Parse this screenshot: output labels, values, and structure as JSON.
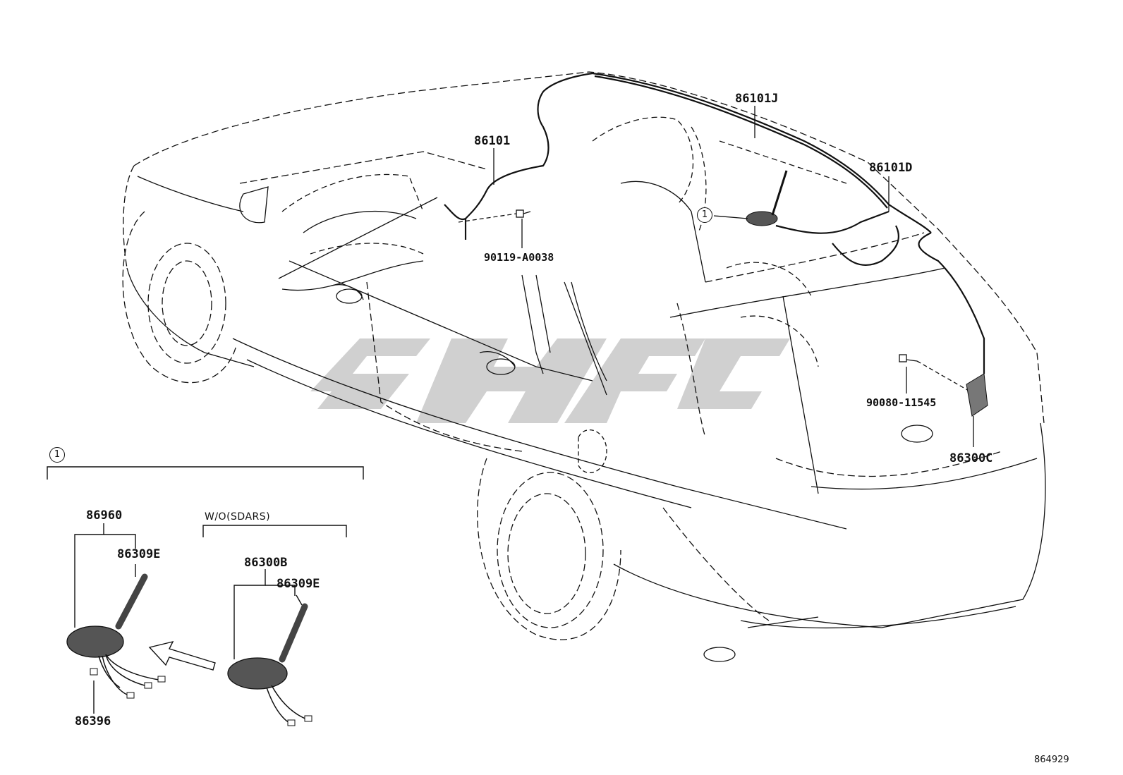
{
  "diagram": {
    "figure_number": "864929",
    "callout_ref": "1",
    "variant_label": "W/O(SDARS)",
    "parts": {
      "p86101J": "86101J",
      "p86101": "86101",
      "p86101D": "86101D",
      "p90119": "90119-A0038",
      "p90080": "90080-11545",
      "p86300C": "86300C",
      "p86960": "86960",
      "p86309E_a": "86309E",
      "p86300B": "86300B",
      "p86309E_b": "86309E",
      "p86396": "86396"
    }
  },
  "colors": {
    "line": "#111111",
    "antenna_body": "#555555",
    "watermark": "#c8c8c8"
  }
}
